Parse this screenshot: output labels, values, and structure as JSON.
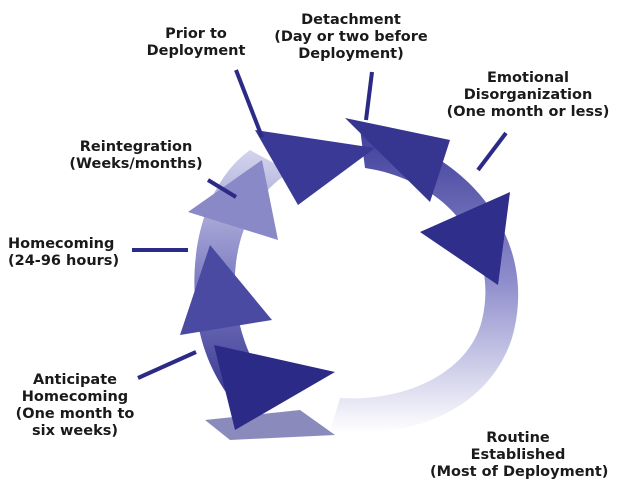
{
  "colors": {
    "arrow_dark": "#2b2a86",
    "arrow_mid": "#6a69b6",
    "arrow_light": "#e4e4f4",
    "connector": "#2b2a86",
    "text": "#1a1a1a"
  },
  "stages": [
    {
      "name": "prior-to-deployment",
      "lines": [
        "Prior to",
        "Deployment"
      ]
    },
    {
      "name": "detachment",
      "lines": [
        "Detachment",
        "(Day or two before",
        "Deployment)"
      ]
    },
    {
      "name": "emotional-disorganization",
      "lines": [
        "Emotional",
        "Disorganization",
        "(One month or less)"
      ]
    },
    {
      "name": "reintegration",
      "lines": [
        "Reintegration",
        "(Weeks/months)"
      ]
    },
    {
      "name": "homecoming",
      "lines": [
        "Homecoming",
        "(24-96 hours)"
      ]
    },
    {
      "name": "anticipate-homecoming",
      "lines": [
        "Anticipate",
        "Homecoming",
        "(One month to",
        "six weeks)"
      ]
    },
    {
      "name": "routine-established",
      "lines": [
        "Routine",
        "Established",
        "(Most of Deployment)"
      ]
    }
  ]
}
